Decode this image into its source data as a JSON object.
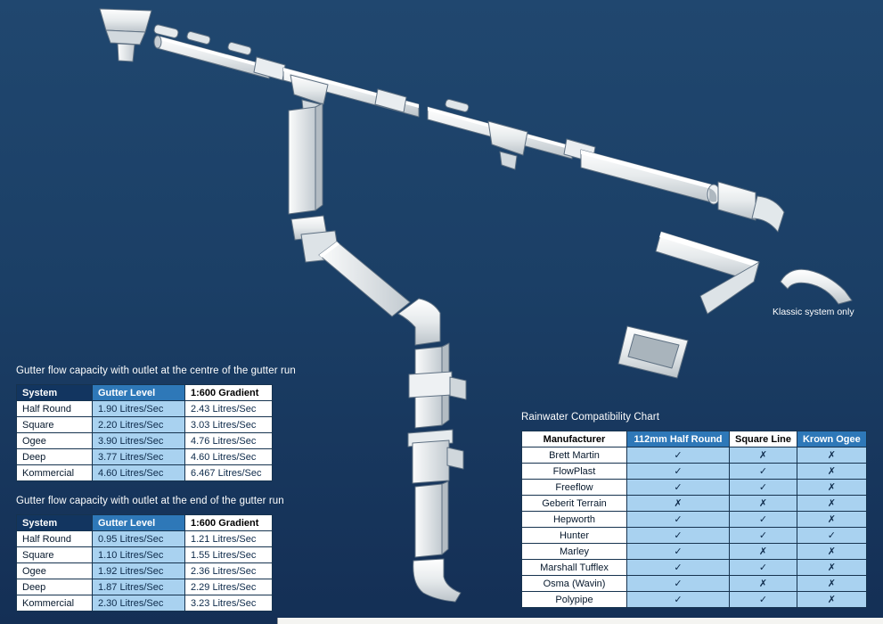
{
  "diagram": {
    "klassic_label": "Klassic system only"
  },
  "flow_centre": {
    "title": "Gutter flow capacity with outlet at the centre of the gutter run",
    "headers": [
      "System",
      "Gutter Level",
      "1:600 Gradient"
    ],
    "rows": [
      [
        "Half Round",
        "1.90 Litres/Sec",
        "2.43 Litres/Sec"
      ],
      [
        "Square",
        "2.20 Litres/Sec",
        "3.03 Litres/Sec"
      ],
      [
        "Ogee",
        "3.90 Litres/Sec",
        "4.76 Litres/Sec"
      ],
      [
        "Deep",
        "3.77 Litres/Sec",
        "4.60 Litres/Sec"
      ],
      [
        "Kommercial",
        "4.60 Litres/Sec",
        "6.467 Litres/Sec"
      ]
    ]
  },
  "flow_end": {
    "title": "Gutter flow capacity with outlet at the end of the gutter run",
    "headers": [
      "System",
      "Gutter Level",
      "1:600 Gradient"
    ],
    "rows": [
      [
        "Half Round",
        "0.95 Litres/Sec",
        "1.21 Litres/Sec"
      ],
      [
        "Square",
        "1.10 Litres/Sec",
        "1.55 Litres/Sec"
      ],
      [
        "Ogee",
        "1.92 Litres/Sec",
        "2.36 Litres/Sec"
      ],
      [
        "Deep",
        "1.87 Litres/Sec",
        "2.29 Litres/Sec"
      ],
      [
        "Kommercial",
        "2.30 Litres/Sec",
        "3.23 Litres/Sec"
      ]
    ]
  },
  "compatibility": {
    "title": "Rainwater Compatibility Chart",
    "headers": [
      "Manufacturer",
      "112mm Half Round",
      "Square Line",
      "Krown Ogee"
    ],
    "rows": [
      [
        "Brett Martin",
        "✓",
        "✗",
        "✗"
      ],
      [
        "FlowPlast",
        "✓",
        "✓",
        "✗"
      ],
      [
        "Freeflow",
        "✓",
        "✓",
        "✗"
      ],
      [
        "Geberit Terrain",
        "✗",
        "✗",
        "✗"
      ],
      [
        "Hepworth",
        "✓",
        "✓",
        "✗"
      ],
      [
        "Hunter",
        "✓",
        "✓",
        "✓"
      ],
      [
        "Marley",
        "✓",
        "✗",
        "✗"
      ],
      [
        "Marshall Tufflex",
        "✓",
        "✓",
        "✗"
      ],
      [
        "Osma (Wavin)",
        "✓",
        "✗",
        "✗"
      ],
      [
        "Polypipe",
        "✓",
        "✓",
        "✗"
      ]
    ]
  },
  "colors": {
    "background_top": "#20476f",
    "background_bottom": "#142f55",
    "header_navy": "#123560",
    "header_blue": "#2e78b8",
    "cell_light_blue": "#a9d2f0",
    "mark_color": "#0d2a4a"
  }
}
